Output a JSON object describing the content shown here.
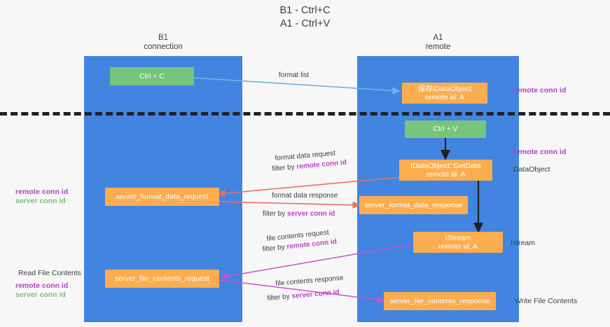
{
  "title": {
    "line1": "B1 - Ctrl+C",
    "line2": "A1 - Ctrl+V"
  },
  "columns": [
    {
      "id": "b1",
      "name": "B1",
      "sub": "connection"
    },
    {
      "id": "a1",
      "name": "A1",
      "sub": "remote"
    }
  ],
  "boxes": {
    "ctrl_c": {
      "label": "Ctrl + C"
    },
    "ctrl_v": {
      "label": "Ctrl + V"
    },
    "idataobject": {
      "line1": "保存IDataObject",
      "line2": "remote id: A"
    },
    "getdata": {
      "line1": "IDataObject::GetData",
      "line2": "remote id: A"
    },
    "istream": {
      "line1": "IStream",
      "line2": "remote id: A"
    },
    "server_format_data_request": {
      "label": "server_format_data_request"
    },
    "server_format_data_response": {
      "label": "server_format_data_response"
    },
    "server_file_contents_request": {
      "label": "server_file_contents_request"
    },
    "server_file_contents_response": {
      "label": "server_file_contents_response"
    }
  },
  "edge_labels": {
    "format_list": "format list",
    "format_data_request": "format data request",
    "format_data_request_filter_prefix": "filter by ",
    "format_data_request_filter_key": "remote conn id",
    "format_data_response": "format data response",
    "format_data_response_filter_prefix": "filter by ",
    "format_data_response_filter_key": "server conn id",
    "file_contents_request": "file contents request",
    "file_contents_request_filter_prefix": "filter by ",
    "file_contents_request_filter_key": "remote conn id",
    "file_contents_response": "file contents response",
    "file_contents_response_filter_prefix": "filter by ",
    "file_contents_response_filter_key": "server conn id"
  },
  "side_labels": {
    "right_remote_conn_id_top": "remote conn id",
    "right_remote_conn_id_mid": "remote conn id",
    "right_dataobject": "DataObject",
    "right_istream": "Istream",
    "right_write_file_contents": "Write File Contents",
    "left_remote_conn_id": "remote conn id",
    "left_server_conn_id": "server conn id",
    "left_read_file_contents": "Read File Contents",
    "left_remote_conn_id_2": "remote conn id",
    "left_server_conn_id_2": "server conn id"
  },
  "colors": {
    "lane": "#4285e0",
    "green_box": "#77c47c",
    "orange_box": "#fcad4e",
    "purple_text": "#b040c8",
    "green_text": "#7cbf7c",
    "red_arrow": "#ea6d5f",
    "magenta_arrow": "#cc4fd0",
    "blue_arrow": "#6fb3e8",
    "black_arrow": "#202124",
    "divider": "#222222"
  }
}
